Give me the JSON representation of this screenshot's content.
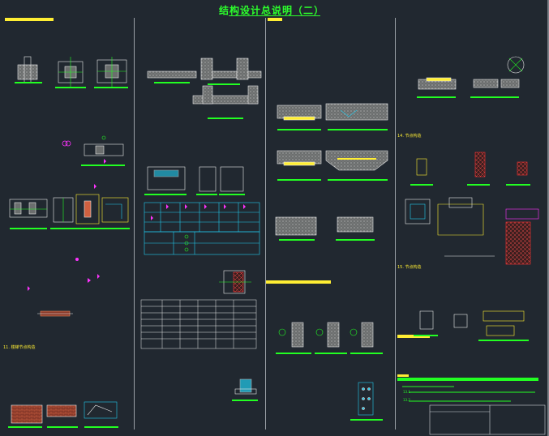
{
  "drawing": {
    "title": "结构设计总说明（二）"
  },
  "labels": {
    "s11": "11. 楼梯节点构造",
    "s14": "14. 节点构造",
    "s15": "15. 节点构造",
    "s13_1": "13.1",
    "s13_2": "13.2"
  },
  "colors": {
    "background": "#212830",
    "title": "#2cff2c",
    "highlight": "#ffee33",
    "annotation": "#22ff22",
    "table": "#22ccee",
    "marker": "#ff33ff",
    "section": "#ff3333"
  }
}
